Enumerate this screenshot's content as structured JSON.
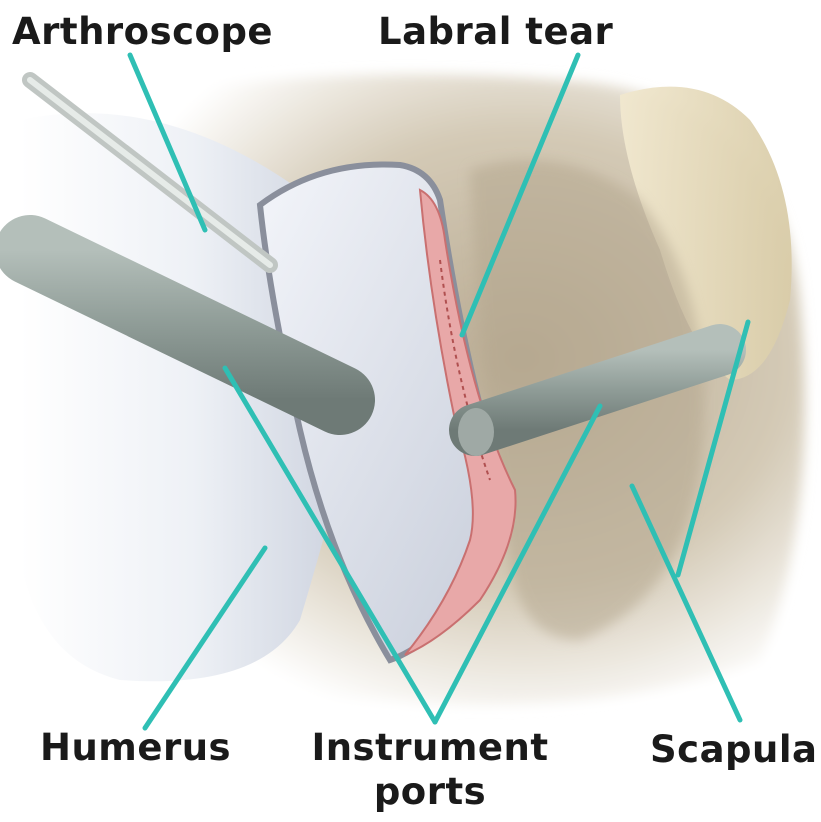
{
  "labels": {
    "arthroscope": "Arthroscope",
    "labral_tear": "Labral tear",
    "humerus": "Humerus",
    "instrument_ports": "Instrument ports",
    "scapula": "Scapula"
  },
  "colors": {
    "leader_line": "#2fbfb4",
    "label_text": "#1a1a1a",
    "labrum_tissue": "#e8a8a8",
    "instrument": "#9aa7a2",
    "bone_background": "#cfc3ad"
  }
}
